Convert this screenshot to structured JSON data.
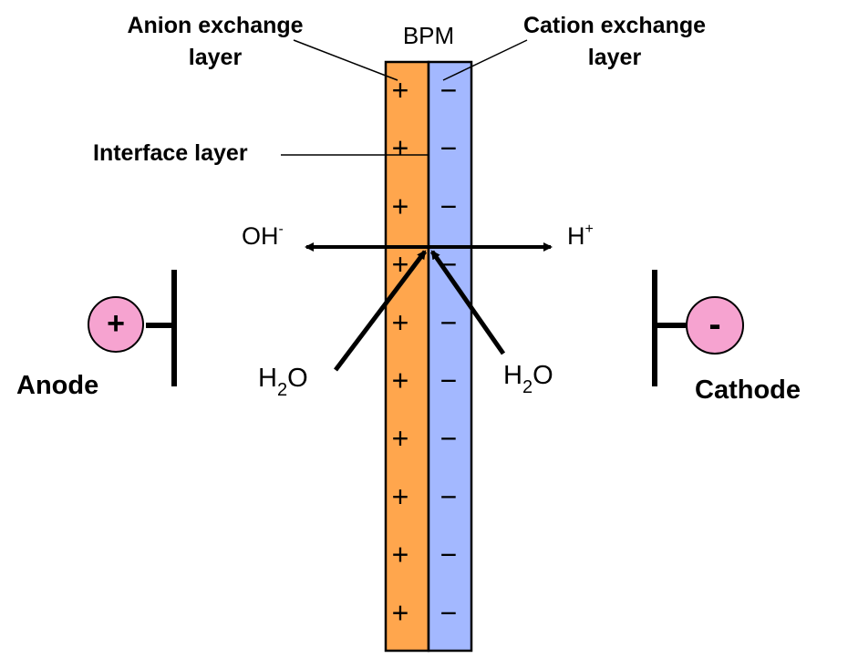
{
  "title": "BPM",
  "labels": {
    "anion_line1": "Anion exchange",
    "anion_line2": "layer",
    "cation_line1": "Cation exchange",
    "cation_line2": "layer",
    "interface": "Interface layer",
    "anode": "Anode",
    "cathode": "Cathode"
  },
  "ions": {
    "hydroxide_base": "OH",
    "hydroxide_charge": "-",
    "proton_base": "H",
    "proton_charge": "+",
    "water_left_h": "H",
    "water_left_sub": "2",
    "water_left_o": "O",
    "water_right_h": "H",
    "water_right_sub": "2",
    "water_right_o": "O"
  },
  "electrodes": {
    "anode_sign": "+",
    "cathode_sign": "-"
  },
  "membrane": {
    "anion_layer_color": "#FFA64D",
    "cation_layer_color": "#A3B8FF",
    "electrode_circle_color": "#F6A3D0",
    "anion_signs": [
      "+",
      "+",
      "+",
      "+",
      "+",
      "+",
      "+",
      "+",
      "+",
      "+"
    ],
    "cation_signs": [
      "−",
      "−",
      "−",
      "−",
      "−",
      "−",
      "−",
      "−",
      "−",
      "−"
    ]
  }
}
